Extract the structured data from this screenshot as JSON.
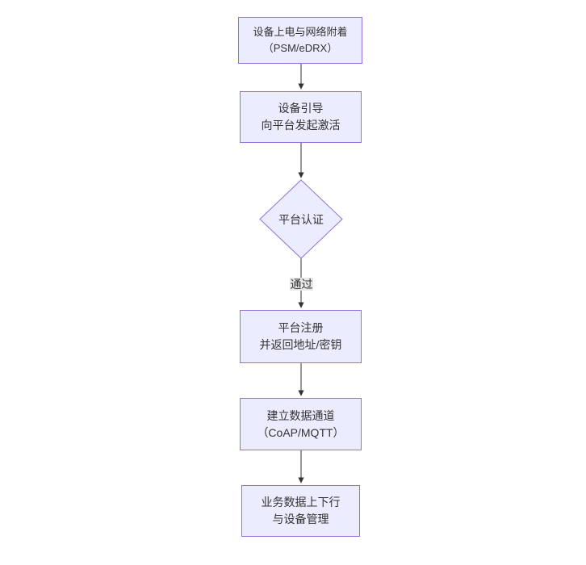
{
  "diagram": {
    "kind": "flowchart",
    "direction": "top-down",
    "colors": {
      "node_fill": "#ECECFF",
      "node_border": "#9370DB",
      "edge_line": "#333333",
      "text": "#333333",
      "edge_label_bg": "#e8e8e8",
      "background": "#ffffff"
    },
    "nodes": [
      {
        "id": "power-attach",
        "shape": "rect",
        "lines": [
          "设备上电与网络附着",
          "（PSM/eDRX）"
        ]
      },
      {
        "id": "bootstrap",
        "shape": "rect",
        "lines": [
          "设备引导",
          "向平台发起激活"
        ]
      },
      {
        "id": "platform-auth",
        "shape": "diamond",
        "lines": [
          "平台认证"
        ]
      },
      {
        "id": "platform-register",
        "shape": "rect",
        "lines": [
          "平台注册",
          "并返回地址/密钥"
        ]
      },
      {
        "id": "data-channel",
        "shape": "rect",
        "lines": [
          "建立数据通道",
          "（CoAP/MQTT）"
        ]
      },
      {
        "id": "business-data",
        "shape": "rect",
        "lines": [
          "业务数据上下行",
          "与设备管理"
        ]
      }
    ],
    "edges": [
      {
        "from": "power-attach",
        "to": "bootstrap",
        "label": ""
      },
      {
        "from": "bootstrap",
        "to": "platform-auth",
        "label": ""
      },
      {
        "from": "platform-auth",
        "to": "platform-register",
        "label": "通过"
      },
      {
        "from": "platform-register",
        "to": "data-channel",
        "label": ""
      },
      {
        "from": "data-channel",
        "to": "business-data",
        "label": ""
      }
    ]
  }
}
